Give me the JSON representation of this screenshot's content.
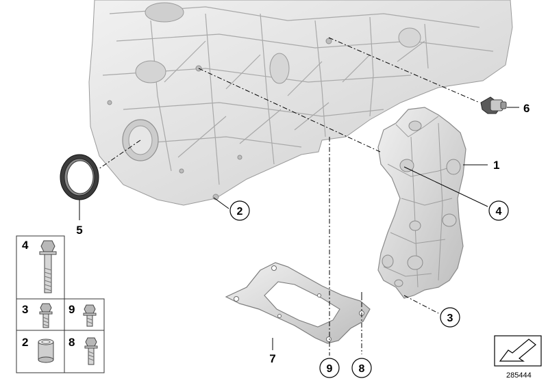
{
  "diagram": {
    "callouts": {
      "c1": "1",
      "c2": "2",
      "c3": "3",
      "c4": "4",
      "c5": "5",
      "c6": "6",
      "c7": "7",
      "c8": "8",
      "c9": "9"
    },
    "legend": {
      "bolt_long": "4",
      "bolt_short": "3",
      "bolt_small": "9",
      "dowel": "2",
      "bolt_tiny": "8"
    },
    "reference_number": "285444",
    "colors": {
      "part_fill": "#e6e6e6",
      "part_shadow": "#c4c4c4",
      "line": "#000000"
    }
  }
}
